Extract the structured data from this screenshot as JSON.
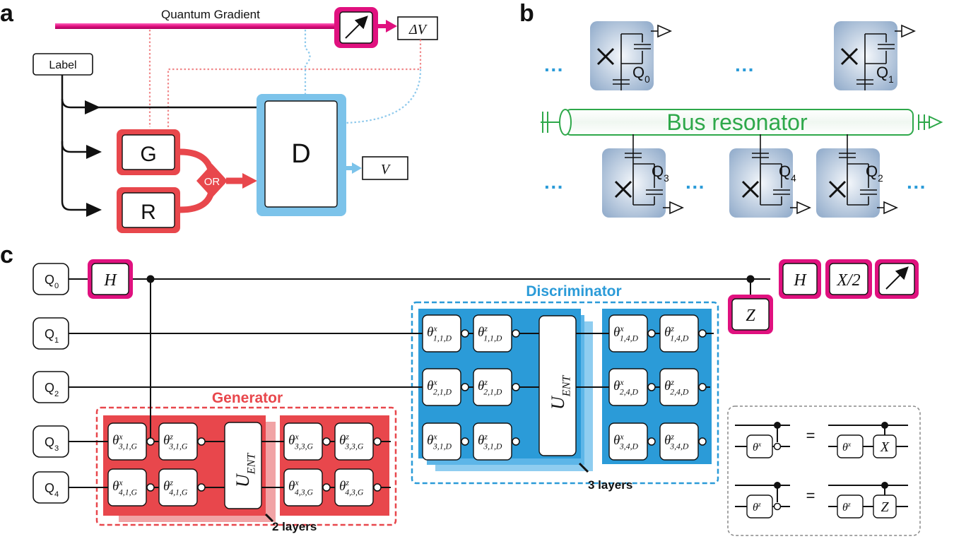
{
  "panels": {
    "a": "a",
    "b": "b",
    "c": "c"
  },
  "colors": {
    "magenta": "#e0117f",
    "red": "#e8474c",
    "red_light": "#f08a8c",
    "blue": "#2b9bd8",
    "blue_light": "#7cc3ea",
    "green": "#2ea84a",
    "qubit_bg": "#aabfd8"
  },
  "panel_a": {
    "quantum_gradient": "Quantum Gradient",
    "delta_v": "ΔV",
    "label": "Label",
    "g": "G",
    "r": "R",
    "or": "OR",
    "d": "D",
    "v": "V",
    "meter_icon": "measurement-meter-icon"
  },
  "panel_b": {
    "bus": "Bus resonator",
    "ellipsis": "···",
    "qubits_top": [
      {
        "main": "Q",
        "sub": "0"
      },
      {
        "main": "Q",
        "sub": "1"
      }
    ],
    "qubits_bottom": [
      {
        "main": "Q",
        "sub": "3"
      },
      {
        "main": "Q",
        "sub": "4"
      },
      {
        "main": "Q",
        "sub": "2"
      }
    ]
  },
  "panel_c": {
    "qubits": [
      {
        "main": "Q",
        "sub": "0"
      },
      {
        "main": "Q",
        "sub": "1"
      },
      {
        "main": "Q",
        "sub": "2"
      },
      {
        "main": "Q",
        "sub": "3"
      },
      {
        "main": "Q",
        "sub": "4"
      }
    ],
    "h": "H",
    "x2": "X/2",
    "z": "Z",
    "x": "X",
    "equals": "=",
    "generator": "Generator",
    "discriminator": "Discriminator",
    "gen_layers": "2 layers",
    "disc_layers": "3 layers",
    "u_ent": {
      "main": "U",
      "sub": "ENT"
    },
    "theta": "θ",
    "eq_x_sup": "x",
    "eq_z_sup": "z",
    "gen_gates": [
      [
        {
          "sup": "x",
          "sub": "3,1,G"
        },
        {
          "sup": "z",
          "sub": "3,1,G"
        },
        {
          "sup": "x",
          "sub": "3,3,G"
        },
        {
          "sup": "z",
          "sub": "3,3,G"
        }
      ],
      [
        {
          "sup": "x",
          "sub": "4,1,G"
        },
        {
          "sup": "z",
          "sub": "4,1,G"
        },
        {
          "sup": "x",
          "sub": "4,3,G"
        },
        {
          "sup": "z",
          "sub": "4,3,G"
        }
      ]
    ],
    "disc_gates": [
      [
        {
          "sup": "x",
          "sub": "1,1,D"
        },
        {
          "sup": "z",
          "sub": "1,1,D"
        },
        {
          "sup": "x",
          "sub": "1,4,D"
        },
        {
          "sup": "z",
          "sub": "1,4,D"
        }
      ],
      [
        {
          "sup": "x",
          "sub": "2,1,D"
        },
        {
          "sup": "z",
          "sub": "2,1,D"
        },
        {
          "sup": "x",
          "sub": "2,4,D"
        },
        {
          "sup": "z",
          "sub": "2,4,D"
        }
      ],
      [
        {
          "sup": "x",
          "sub": "3,1,D"
        },
        {
          "sup": "z",
          "sub": "3,1,D"
        },
        {
          "sup": "x",
          "sub": "3,4,D"
        },
        {
          "sup": "z",
          "sub": "3,4,D"
        }
      ]
    ]
  }
}
